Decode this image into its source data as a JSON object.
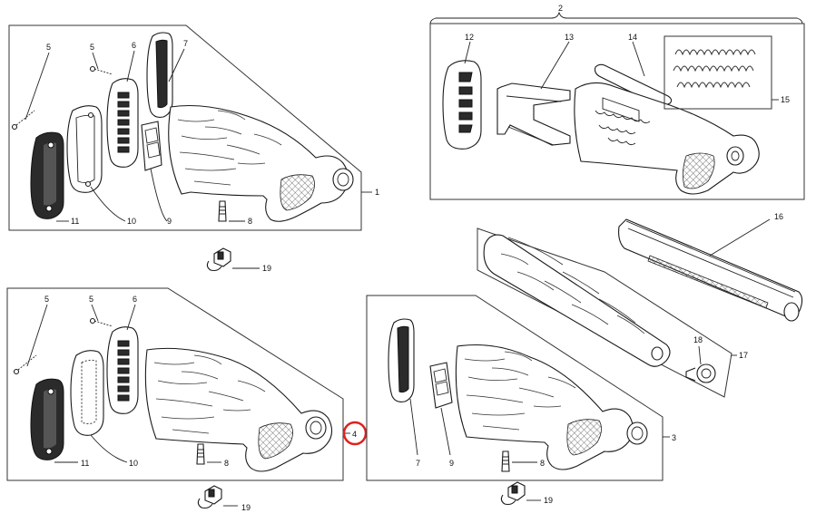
{
  "labels": {
    "a1": "1",
    "a5a": "5",
    "a5b": "5",
    "a6": "6",
    "a7": "7",
    "a8": "8",
    "a9": "9",
    "a10": "10",
    "a11": "11",
    "a19": "19",
    "b2": "2",
    "b12": "12",
    "b13": "13",
    "b14": "14",
    "b15": "15",
    "c16": "16",
    "c17": "17",
    "c18": "18",
    "d4": "4",
    "d5a": "5",
    "d5b": "5",
    "d6": "6",
    "d8": "8",
    "d10": "10",
    "d11": "11",
    "d19": "19",
    "e3": "3",
    "e7": "7",
    "e8": "8",
    "e9": "9",
    "e19": "19"
  },
  "highlight": {
    "color": "#e02020",
    "target": "4"
  }
}
